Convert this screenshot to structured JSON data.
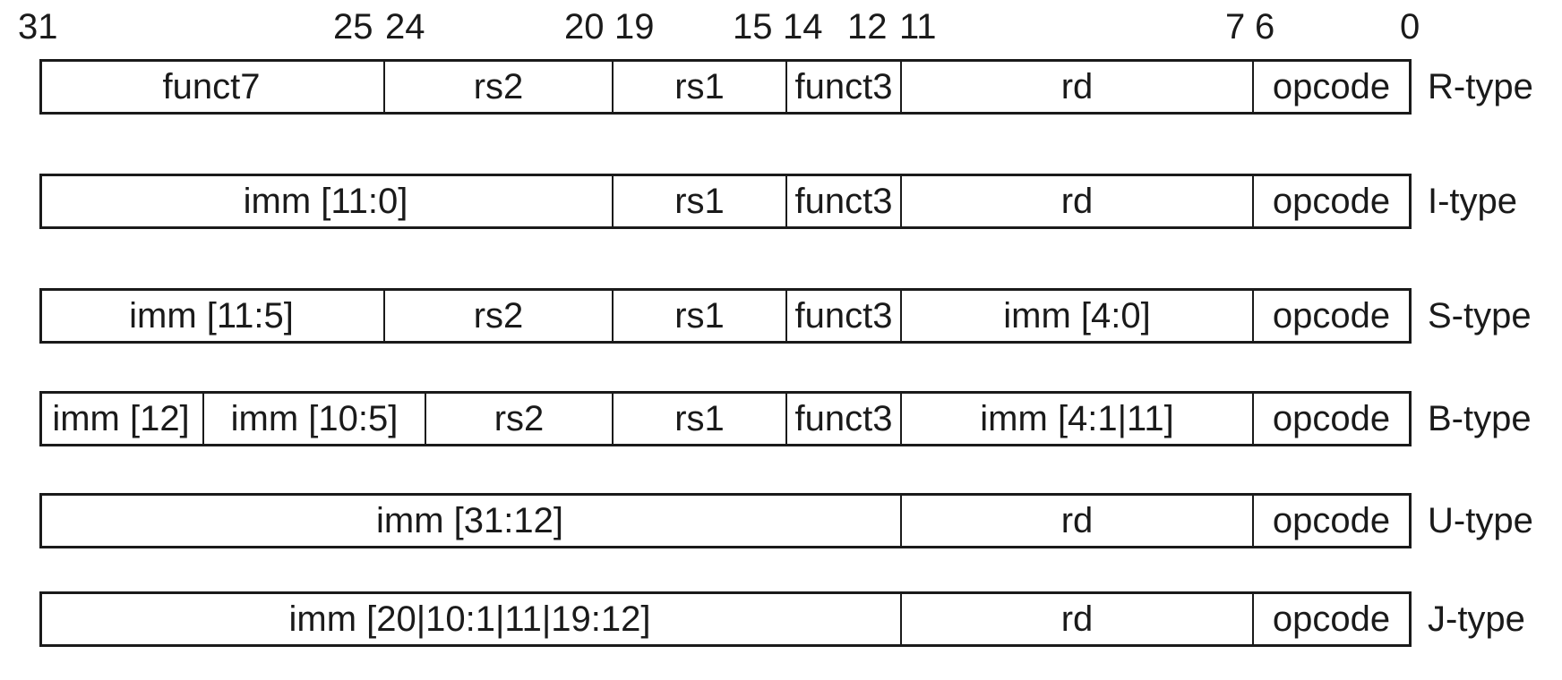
{
  "bit_positions": [
    "31",
    "25",
    "24",
    "20",
    "19",
    "15",
    "14",
    "12",
    "11",
    "7",
    "6",
    "0"
  ],
  "formats": [
    {
      "type": "R-type",
      "fields": [
        {
          "label": "funct7",
          "hi": 31,
          "lo": 25
        },
        {
          "label": "rs2",
          "hi": 24,
          "lo": 20
        },
        {
          "label": "rs1",
          "hi": 19,
          "lo": 15
        },
        {
          "label": "funct3",
          "hi": 14,
          "lo": 12
        },
        {
          "label": "rd",
          "hi": 11,
          "lo": 7
        },
        {
          "label": "opcode",
          "hi": 6,
          "lo": 0
        }
      ]
    },
    {
      "type": "I-type",
      "fields": [
        {
          "label": "imm [11:0]",
          "hi": 31,
          "lo": 20
        },
        {
          "label": "rs1",
          "hi": 19,
          "lo": 15
        },
        {
          "label": "funct3",
          "hi": 14,
          "lo": 12
        },
        {
          "label": "rd",
          "hi": 11,
          "lo": 7
        },
        {
          "label": "opcode",
          "hi": 6,
          "lo": 0
        }
      ]
    },
    {
      "type": "S-type",
      "fields": [
        {
          "label": "imm [11:5]",
          "hi": 31,
          "lo": 25
        },
        {
          "label": "rs2",
          "hi": 24,
          "lo": 20
        },
        {
          "label": "rs1",
          "hi": 19,
          "lo": 15
        },
        {
          "label": "funct3",
          "hi": 14,
          "lo": 12
        },
        {
          "label": "imm [4:0]",
          "hi": 11,
          "lo": 7
        },
        {
          "label": "opcode",
          "hi": 6,
          "lo": 0
        }
      ]
    },
    {
      "type": "B-type",
      "fields": [
        {
          "label": "imm [12]",
          "hi": 31,
          "lo": 31
        },
        {
          "label": "imm [10:5]",
          "hi": 30,
          "lo": 25
        },
        {
          "label": "rs2",
          "hi": 24,
          "lo": 20
        },
        {
          "label": "rs1",
          "hi": 19,
          "lo": 15
        },
        {
          "label": "funct3",
          "hi": 14,
          "lo": 12
        },
        {
          "label": "imm [4:1|11]",
          "hi": 11,
          "lo": 7
        },
        {
          "label": "opcode",
          "hi": 6,
          "lo": 0
        }
      ]
    },
    {
      "type": "U-type",
      "fields": [
        {
          "label": "imm [31:12]",
          "hi": 31,
          "lo": 12
        },
        {
          "label": "rd",
          "hi": 11,
          "lo": 7
        },
        {
          "label": "opcode",
          "hi": 6,
          "lo": 0
        }
      ]
    },
    {
      "type": "J-type",
      "fields": [
        {
          "label": "imm [20|10:1|11|19:12]",
          "hi": 31,
          "lo": 12
        },
        {
          "label": "rd",
          "hi": 11,
          "lo": 7
        },
        {
          "label": "opcode",
          "hi": 6,
          "lo": 0
        }
      ]
    }
  ]
}
